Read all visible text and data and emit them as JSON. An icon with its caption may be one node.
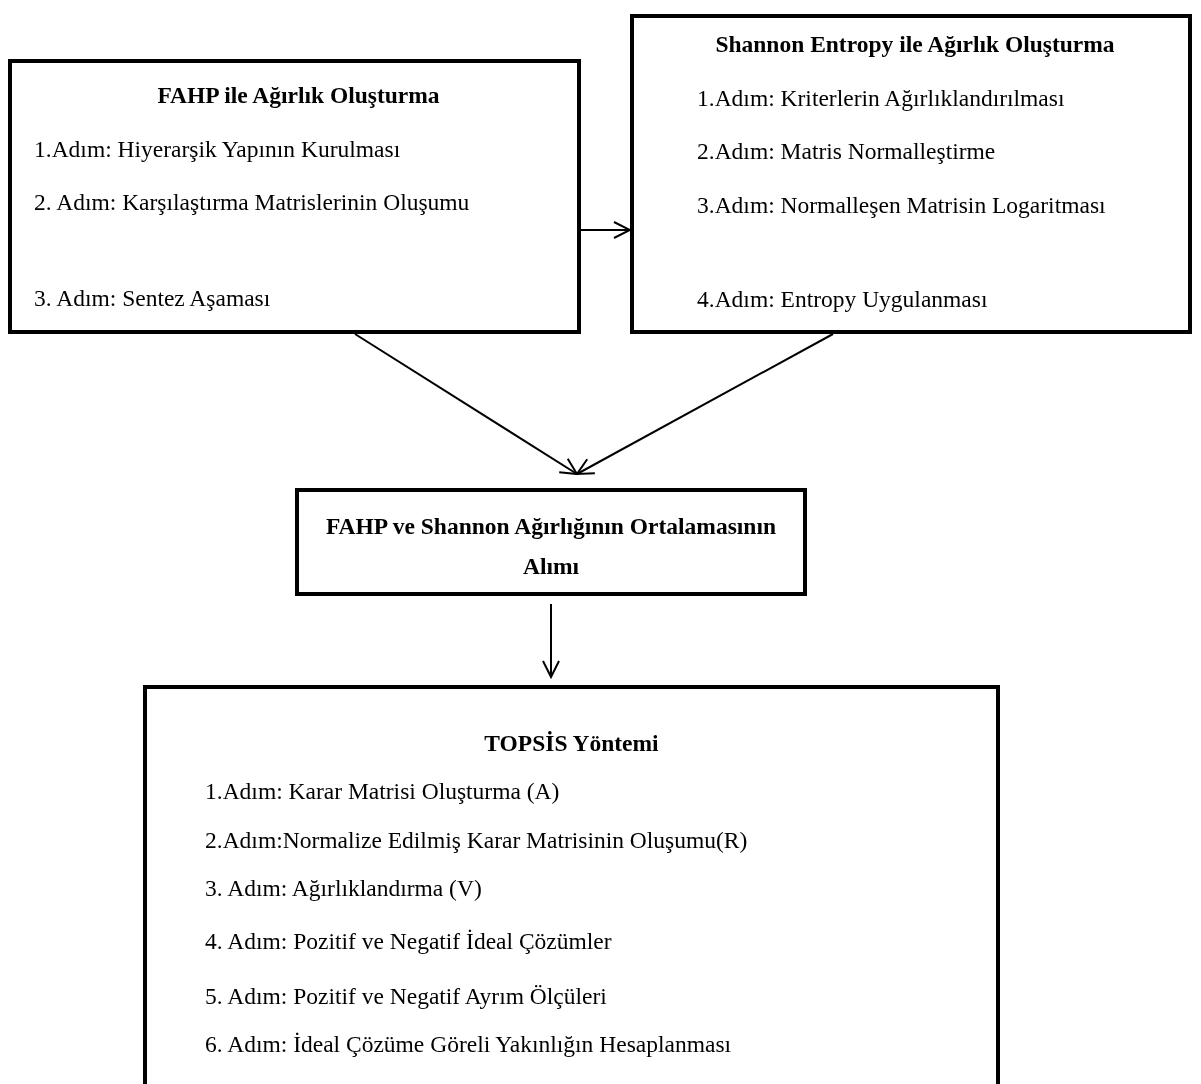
{
  "diagram": {
    "nodes": [
      {
        "text": [
          "FAHP ile Ağırlık Oluşturma",
          "1.Adım: Hiyerarşik Yapının Kurulması",
          "2. Adım: Karşılaştırma Matrislerinin Oluşumu",
          "3. Adım: Sentez Aşaması"
        ]
      },
      {
        "text": [
          "Shannon Entropy ile Ağırlık Oluşturma",
          "1.Adım: Kriterlerin Ağırlıklandırılması",
          "2.Adım: Matris Normalleştirme",
          "3.Adım: Normalleşen Matrisin Logaritması",
          "4.Adım: Entropy Uygulanması"
        ]
      },
      {
        "text": [
          "FAHP ve Shannon Ağırlığının Ortalamasının Alımı"
        ]
      },
      {
        "text": [
          "TOPSİS Yöntemi",
          "1.Adım: Karar Matrisi Oluşturma (A)",
          "2.Adım:Normalize Edilmiş Karar Matrisinin Oluşumu(R)",
          "3. Adım: Ağırlıklandırma (V)",
          "4. Adım: Pozitif ve Negatif İdeal Çözümler",
          "5. Adım: Pozitif ve Negatif Ayrım Ölçüleri",
          "6. Adım: İdeal Çözüme Göreli Yakınlığın Hesaplanması"
        ]
      }
    ],
    "edges": [
      {
        "from": 0,
        "to": 1,
        "arrow": "to"
      },
      {
        "from": 0,
        "to": 2,
        "arrow": "to"
      },
      {
        "from": 1,
        "to": 2,
        "arrow": "to"
      },
      {
        "from": 2,
        "to": 3,
        "arrow": "to"
      }
    ]
  }
}
